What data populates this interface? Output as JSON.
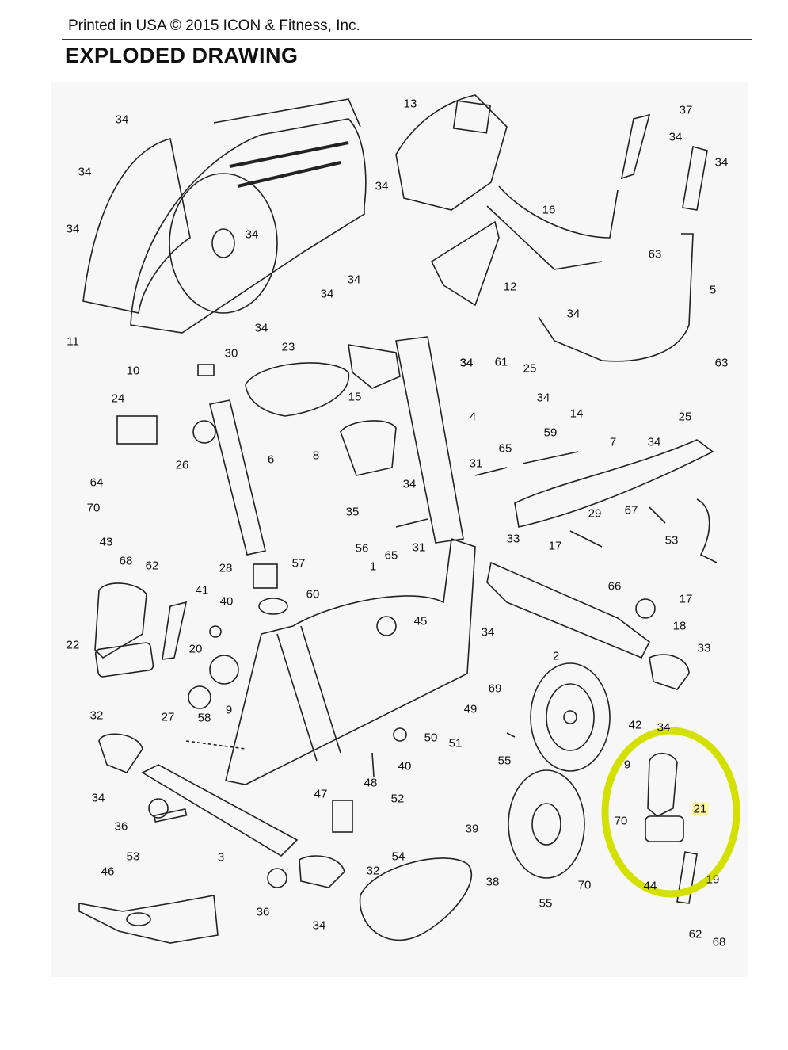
{
  "header": {
    "printed": "Printed in USA © 2015 ICON & Fitness, Inc.",
    "title": "EXPLODED DRAWING"
  },
  "highlight": {
    "part": "21",
    "color": "#d4e000"
  },
  "parts": [
    {
      "id": "p1",
      "text": "34"
    },
    {
      "id": "p2",
      "text": "34"
    },
    {
      "id": "p3",
      "text": "34"
    },
    {
      "id": "p4",
      "text": "34"
    },
    {
      "id": "p5",
      "text": "13"
    },
    {
      "id": "p6",
      "text": "37"
    },
    {
      "id": "p7",
      "text": "34"
    },
    {
      "id": "p8",
      "text": "34"
    },
    {
      "id": "p9",
      "text": "34"
    },
    {
      "id": "p10",
      "text": "34"
    },
    {
      "id": "p11",
      "text": "16"
    },
    {
      "id": "p12",
      "text": "63"
    },
    {
      "id": "p13",
      "text": "5"
    },
    {
      "id": "p14",
      "text": "12"
    },
    {
      "id": "p15",
      "text": "34"
    },
    {
      "id": "p16",
      "text": "34"
    },
    {
      "id": "p17",
      "text": "34"
    },
    {
      "id": "p18",
      "text": "11"
    },
    {
      "id": "p19",
      "text": "10"
    },
    {
      "id": "p20",
      "text": "34"
    },
    {
      "id": "p21",
      "text": "23"
    },
    {
      "id": "p22",
      "text": "30"
    },
    {
      "id": "p23",
      "text": "15"
    },
    {
      "id": "p24",
      "text": "34"
    },
    {
      "id": "p25",
      "text": "61"
    },
    {
      "id": "p26",
      "text": "25"
    },
    {
      "id": "p27",
      "text": "63"
    },
    {
      "id": "p28",
      "text": "34"
    },
    {
      "id": "p29",
      "text": "14"
    },
    {
      "id": "p30",
      "text": "25"
    },
    {
      "id": "p31",
      "text": "34"
    },
    {
      "id": "p32",
      "text": "24"
    },
    {
      "id": "p33",
      "text": "4"
    },
    {
      "id": "p34",
      "text": "59"
    },
    {
      "id": "p35",
      "text": "7"
    },
    {
      "id": "p36",
      "text": "26"
    },
    {
      "id": "p37",
      "text": "6"
    },
    {
      "id": "p38",
      "text": "8"
    },
    {
      "id": "p39",
      "text": "34"
    },
    {
      "id": "p40",
      "text": "31"
    },
    {
      "id": "p41",
      "text": "65"
    },
    {
      "id": "p42",
      "text": "64"
    },
    {
      "id": "p43",
      "text": "70"
    },
    {
      "id": "p44",
      "text": "35"
    },
    {
      "id": "p45",
      "text": "29"
    },
    {
      "id": "p46",
      "text": "67"
    },
    {
      "id": "p47",
      "text": "43"
    },
    {
      "id": "p48",
      "text": "57"
    },
    {
      "id": "p49",
      "text": "56"
    },
    {
      "id": "p50",
      "text": "65"
    },
    {
      "id": "p51",
      "text": "31"
    },
    {
      "id": "p52",
      "text": "33"
    },
    {
      "id": "p53",
      "text": "17"
    },
    {
      "id": "p54",
      "text": "53"
    },
    {
      "id": "p55",
      "text": "68"
    },
    {
      "id": "p56",
      "text": "62"
    },
    {
      "id": "p57",
      "text": "28"
    },
    {
      "id": "p58",
      "text": "1"
    },
    {
      "id": "p59",
      "text": "41"
    },
    {
      "id": "p60",
      "text": "40"
    },
    {
      "id": "p61",
      "text": "60"
    },
    {
      "id": "p62",
      "text": "45"
    },
    {
      "id": "p63",
      "text": "66"
    },
    {
      "id": "p64",
      "text": "17"
    },
    {
      "id": "p65",
      "text": "22"
    },
    {
      "id": "p66",
      "text": "20"
    },
    {
      "id": "p67",
      "text": "34"
    },
    {
      "id": "p68",
      "text": "18"
    },
    {
      "id": "p69",
      "text": "2"
    },
    {
      "id": "p70",
      "text": "33"
    },
    {
      "id": "p71",
      "text": "27"
    },
    {
      "id": "p72",
      "text": "9"
    },
    {
      "id": "p73",
      "text": "69"
    },
    {
      "id": "p74",
      "text": "49"
    },
    {
      "id": "p75",
      "text": "32"
    },
    {
      "id": "p76",
      "text": "58"
    },
    {
      "id": "p77",
      "text": "50"
    },
    {
      "id": "p78",
      "text": "51"
    },
    {
      "id": "p79",
      "text": "42"
    },
    {
      "id": "p80",
      "text": "34"
    },
    {
      "id": "p81",
      "text": "40"
    },
    {
      "id": "p82",
      "text": "9"
    },
    {
      "id": "p83",
      "text": "34"
    },
    {
      "id": "p84",
      "text": "48"
    },
    {
      "id": "p85",
      "text": "55"
    },
    {
      "id": "p86",
      "text": "47"
    },
    {
      "id": "p87",
      "text": "52"
    },
    {
      "id": "p88",
      "text": "21"
    },
    {
      "id": "p89",
      "text": "36"
    },
    {
      "id": "p90",
      "text": "39"
    },
    {
      "id": "p91",
      "text": "70"
    },
    {
      "id": "p92",
      "text": "53"
    },
    {
      "id": "p93",
      "text": "3"
    },
    {
      "id": "p94",
      "text": "54"
    },
    {
      "id": "p95",
      "text": "46"
    },
    {
      "id": "p96",
      "text": "32"
    },
    {
      "id": "p97",
      "text": "38"
    },
    {
      "id": "p98",
      "text": "70"
    },
    {
      "id": "p99",
      "text": "44"
    },
    {
      "id": "p100",
      "text": "19"
    },
    {
      "id": "p101",
      "text": "55"
    },
    {
      "id": "p102",
      "text": "36"
    },
    {
      "id": "p103",
      "text": "34"
    },
    {
      "id": "p104",
      "text": "62"
    },
    {
      "id": "p105",
      "text": "68"
    }
  ]
}
